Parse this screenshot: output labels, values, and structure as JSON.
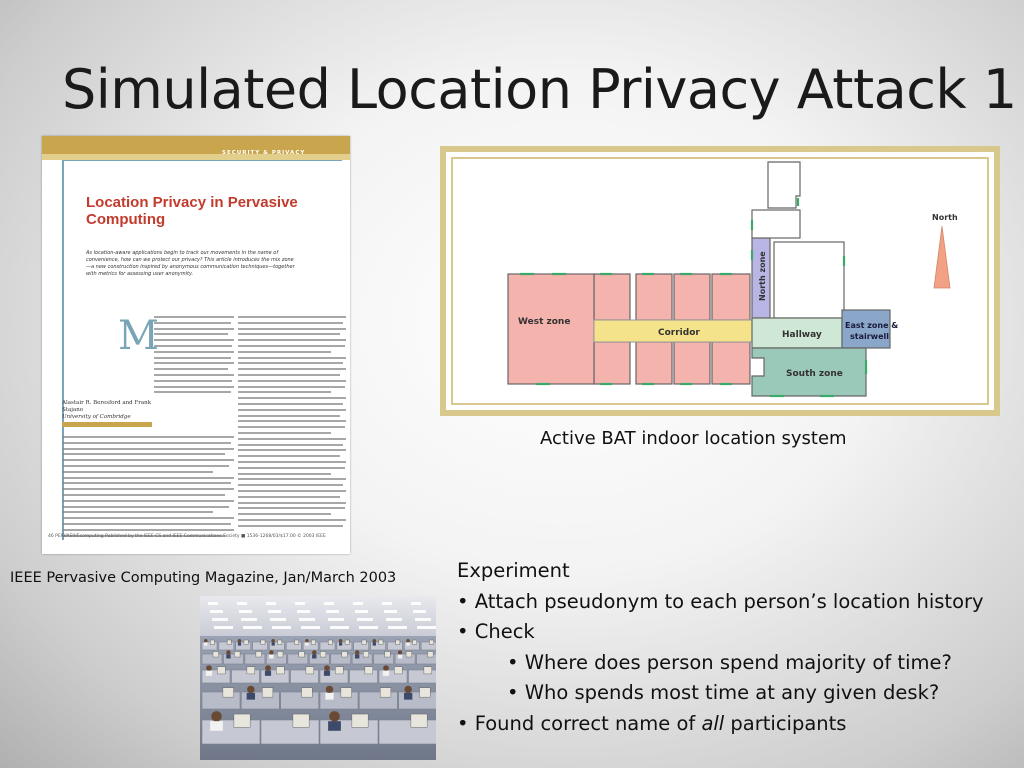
{
  "slide": {
    "title": "Simulated Location Privacy Attack 1"
  },
  "magazine": {
    "section": "SECURITY & PRIVACY",
    "article_title": "Location Privacy in Pervasive Computing",
    "abstract": "As location-aware applications begin to track our movements in the name of convenience, how can we protect our privacy? This article introduces the mix zone—a new construction inspired by anonymous communication techniques—together with metrics for assessing user anonymity.",
    "drop_cap": "M",
    "authors": "Alastair R. Beresford and Frank Stajano",
    "affiliation": "University of Cambridge",
    "footer": "46  PERVASIVEcomputing     Published by the IEEE CS and IEEE Communications Society  ■  1536-1268/03/$17.00 © 2003 IEEE",
    "caption": "IEEE Pervasive Computing Magazine, Jan/March 2003"
  },
  "floorplan": {
    "caption": "Active BAT indoor location system",
    "labels": {
      "west": "West zone",
      "corridor": "Corridor",
      "hallway": "Hallway",
      "north_zone": "North zone",
      "east_line1": "East zone &",
      "east_line2": "stairwell",
      "south": "South zone",
      "north_arrow": "North"
    },
    "colors": {
      "frame": "#d9c88c",
      "rooms": "#f5b3ad",
      "corridor": "#f4e38a",
      "north_zone": "#b9b6e6",
      "hallway": "#cfe8d6",
      "south_zone": "#9bc9b9",
      "east_zone": "#8aa6c8",
      "arrow": "#f2a184",
      "door": "#3aaa6a"
    }
  },
  "experiment": {
    "heading": "Experiment",
    "items": [
      {
        "text": "Attach pseudonym to each person’s location history",
        "level": 1
      },
      {
        "text": "Check",
        "level": 1
      },
      {
        "text": "Where does person spend majority of time?",
        "level": 2
      },
      {
        "text": "Who spends most time at any given desk?",
        "level": 2
      }
    ],
    "last": {
      "prefix": "Found correct name of ",
      "emphasis": "all",
      "suffix": " participants"
    },
    "bullet": "•"
  }
}
